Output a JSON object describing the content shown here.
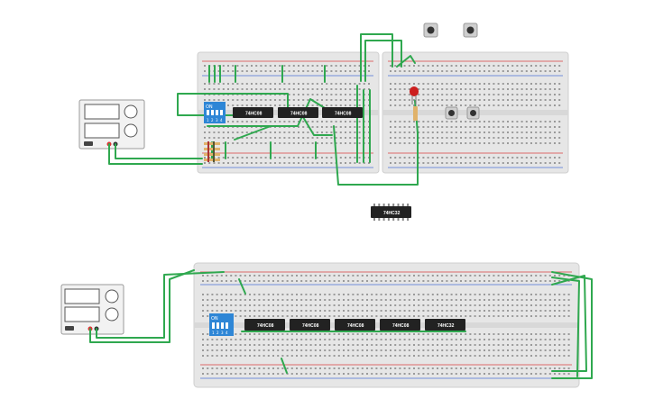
{
  "circuit": {
    "top_board": {
      "chips": [
        "74HC08",
        "74HC08",
        "74HC08"
      ],
      "dip_switch": {
        "on_label": "ON",
        "numbers": [
          "1",
          "2",
          "3",
          "4"
        ]
      },
      "spare_chip": "74HC32",
      "led_color": "#cc1f1f"
    },
    "bottom_board": {
      "chips": [
        "74HC08",
        "74HC08",
        "74HC08",
        "74HC08",
        "74HC32"
      ],
      "dip_switch": {
        "on_label": "ON",
        "numbers": [
          "1",
          "2",
          "3",
          "4"
        ]
      }
    },
    "colors": {
      "wire": "#2fa84f",
      "board": "#e6e6e6",
      "chip": "#222222",
      "dip": "#2e86d6",
      "rail_red": "#d94040",
      "rail_blue": "#4a6fd6"
    }
  }
}
